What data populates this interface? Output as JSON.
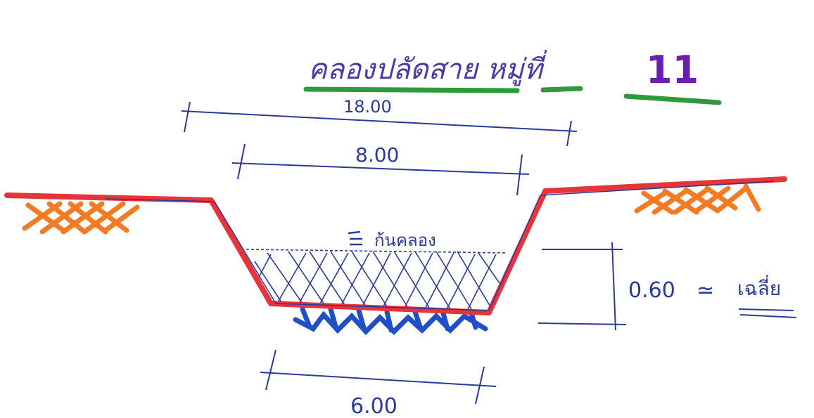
{
  "title": {
    "text": "คลองปลัดสาย หมู่ที่",
    "number": "11"
  },
  "dimensions": {
    "top_width": "18.00",
    "middle_width": "8.00",
    "bottom_width": "6.00",
    "depth": "0.60",
    "depth_note": "เฉลี่ย"
  },
  "labels": {
    "fill_note": "ก้นคลอง"
  },
  "colors": {
    "ground_line": "#e8333a",
    "soil_hatch": "#f47a24",
    "bed_hatch": "#1f4fc8",
    "ink": "#2b3a9a",
    "underline_green": "#2f9a3a",
    "number_purple": "#6a1fb0"
  }
}
